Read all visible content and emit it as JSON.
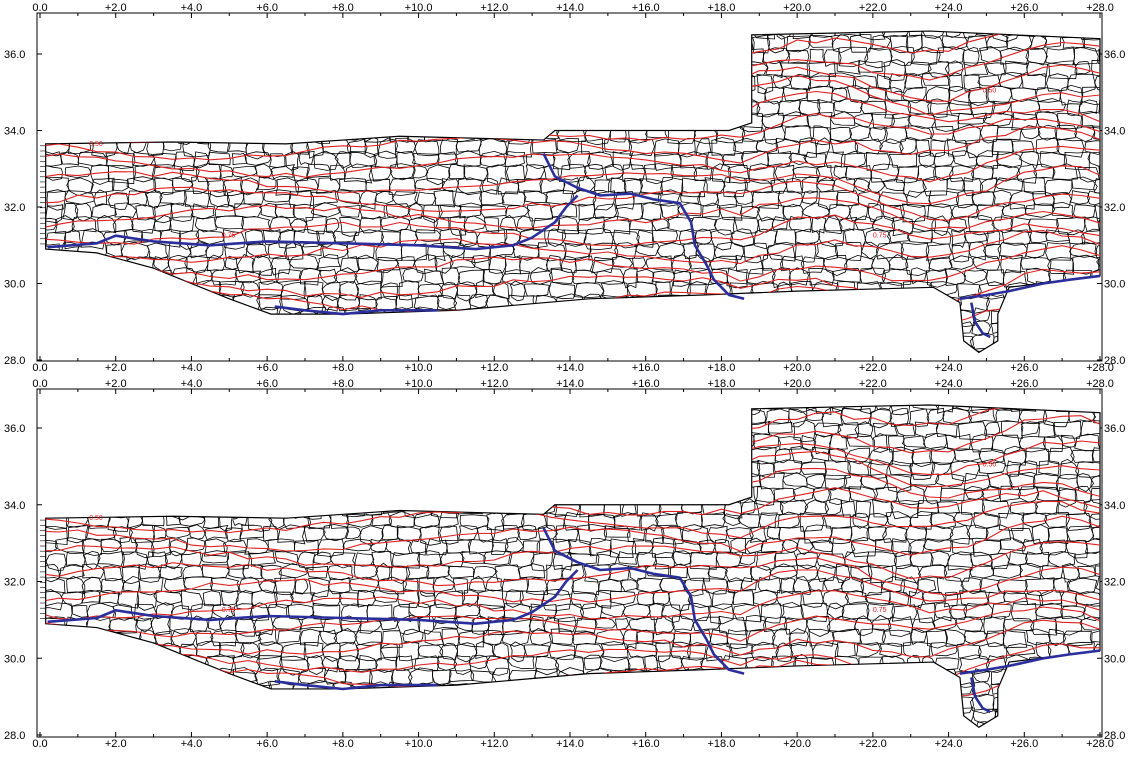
{
  "figure": {
    "panels": [
      {
        "name": "upper",
        "x_ticks": [
          "0.0",
          "+2.0",
          "+4.0",
          "+6.0",
          "+8.0",
          "+10.0",
          "+12.0",
          "+14.0",
          "+16.0",
          "+18.0",
          "+20.0",
          "+22.0",
          "+24.0",
          "+26.0",
          "+28.0"
        ],
        "y_ticks": [
          "36.0",
          "34.0",
          "32.0",
          "30.0",
          "28.0"
        ],
        "contour_labels": [
          "0.50",
          "0.75",
          "0.75",
          "0.50"
        ]
      },
      {
        "name": "lower",
        "x_ticks": [
          "0.0",
          "+2.0",
          "+4.0",
          "+6.0",
          "+8.0",
          "+10.0",
          "+12.0",
          "+14.0",
          "+16.0",
          "+18.0",
          "+20.0",
          "+22.0",
          "+24.0",
          "+26.0",
          "+28.0"
        ],
        "y_ticks": [
          "36.0",
          "34.0",
          "32.0",
          "30.0",
          "28.0"
        ],
        "contour_labels": [
          "0.50",
          "0.75",
          "0.75",
          "0.50"
        ]
      }
    ],
    "x_range": [
      0,
      28
    ],
    "y_range": [
      28,
      37
    ],
    "colors": {
      "stone_outline": "#000000",
      "contour": "#e02020",
      "blue_path": "#2a2f9c",
      "frame": "#000000"
    }
  }
}
